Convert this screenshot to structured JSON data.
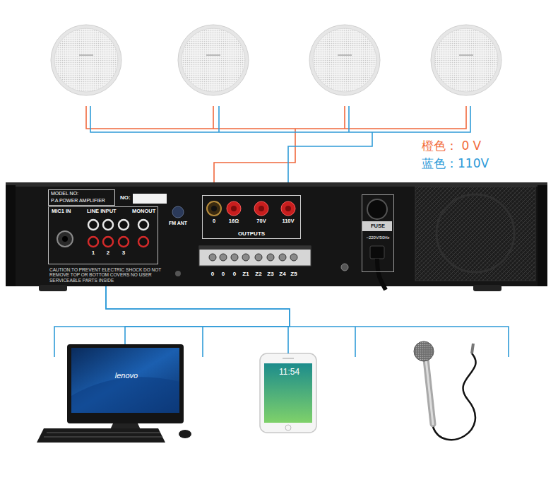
{
  "diagram": {
    "nodes": [
      {
        "text": [
          "CAUTION:TO PREVENT ELECTRIC SHOCK DO NOT REMOVE TOP OR BOTTOM COVERS NO USER SERVICEABLE PARTS INSIDE"
        ]
      },
      {
        "text": [
          "MODEL NO:",
          "P.A POWER AMPLIFIER"
        ],
        "in": 0
      },
      {
        "text": [
          "MIC1 IN",
          "LINE INPUT",
          "MONOUT"
        ],
        "in": 0
      },
      {
        "text": [
          "OUTPUTS"
        ],
        "in": 0
      },
      {
        "text": [
          "FUSE",
          "~220V/50Hz"
        ],
        "in": 0
      },
      {
        "text": [
          "lenovo"
        ]
      },
      {
        "text": [
          "11:54"
        ]
      }
    ],
    "edges": [
      {
        "from": 0,
        "to": 5,
        "arrow": "none"
      },
      {
        "from": 0,
        "to": 6,
        "arrow": "none"
      }
    ],
    "labels": [
      "NO:",
      "1",
      "2",
      "3",
      "FM ANT",
      "0",
      "16Ω",
      "70V",
      "110V",
      "0",
      "0",
      "0",
      "Z1",
      "Z2",
      "Z3",
      "Z4",
      "Z5"
    ],
    "legend": [
      {
        "text": "橙色： 0 V",
        "color": "#f26b3a"
      },
      {
        "text": "蓝色：110V",
        "color": "#2b9ad8"
      }
    ]
  }
}
